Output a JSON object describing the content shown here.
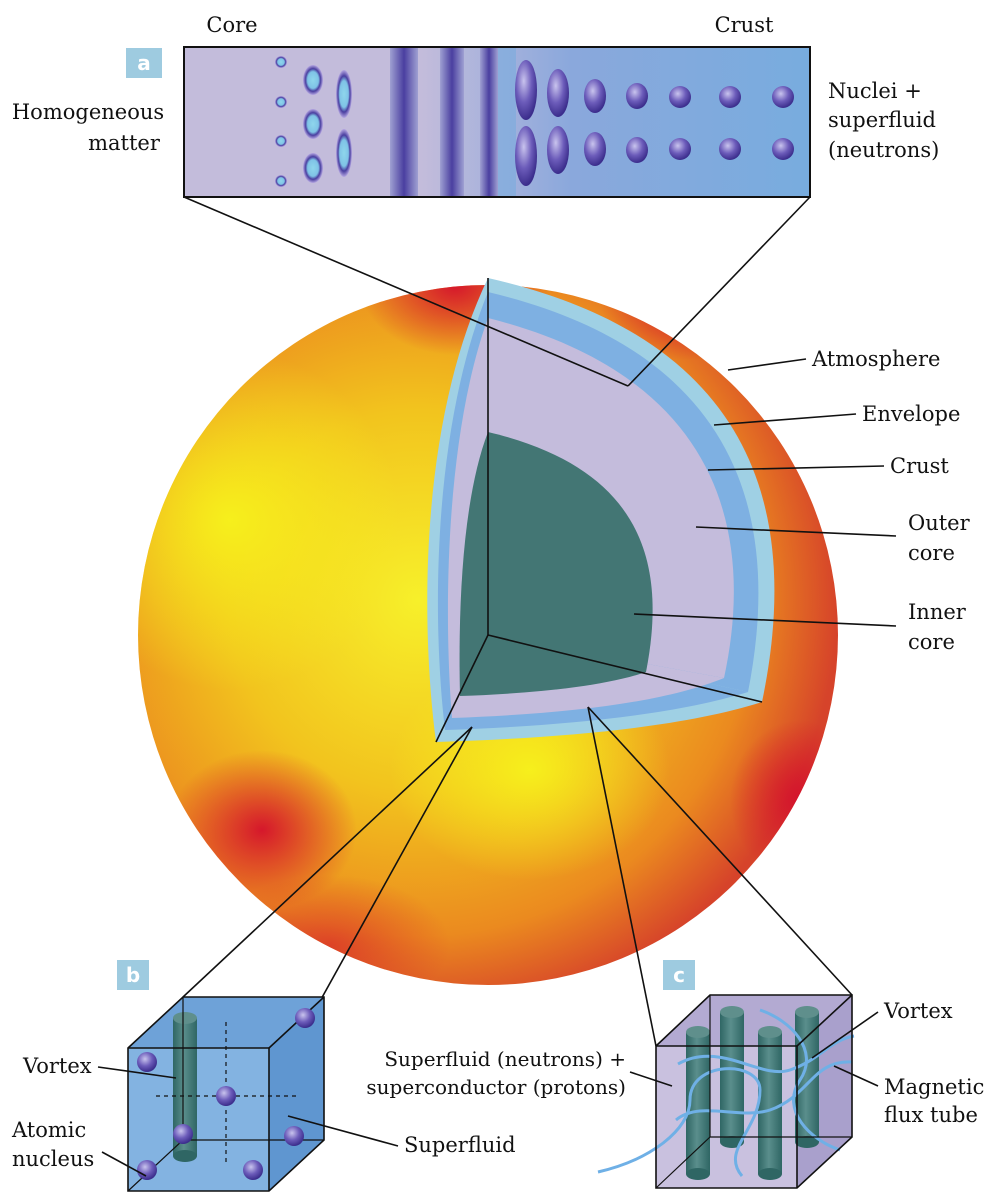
{
  "panel_a": {
    "tag": "a",
    "left_title": "Core",
    "right_title": "Crust",
    "left_label_lines": [
      "Homogeneous",
      "matter"
    ],
    "right_label_lines": [
      "Nuclei +",
      "superfluid",
      "(neutrons)"
    ]
  },
  "star_labels": {
    "atmosphere": "Atmosphere",
    "envelope": "Envelope",
    "crust": "Crust",
    "outer_core_lines": [
      "Outer",
      "core"
    ],
    "inner_core_lines": [
      "Inner",
      "core"
    ]
  },
  "panel_b": {
    "tag": "b",
    "vortex": "Vortex",
    "atomic_nucleus_lines": [
      "Atomic",
      "nucleus"
    ],
    "superfluid": "Superfluid"
  },
  "panel_c": {
    "tag": "c",
    "mixture_lines": [
      "Superfluid (neutrons) +",
      "superconductor (protons)"
    ],
    "vortex": "Vortex",
    "flux_tube_lines": [
      "Magnetic",
      "flux tube"
    ]
  },
  "colors": {
    "star_hot": "#f5ef1a",
    "star_mid": "#ee8e1c",
    "star_edge": "#d8222a",
    "crust_blue": "#7eb0e2",
    "envelope_lightblue": "#9fd0e4",
    "outer_core_lavender": "#c4bcdc",
    "inner_core_teal": "#437674",
    "nucleus_purple": "#5a4aa6",
    "tag_bg": "#9ecbe0"
  }
}
